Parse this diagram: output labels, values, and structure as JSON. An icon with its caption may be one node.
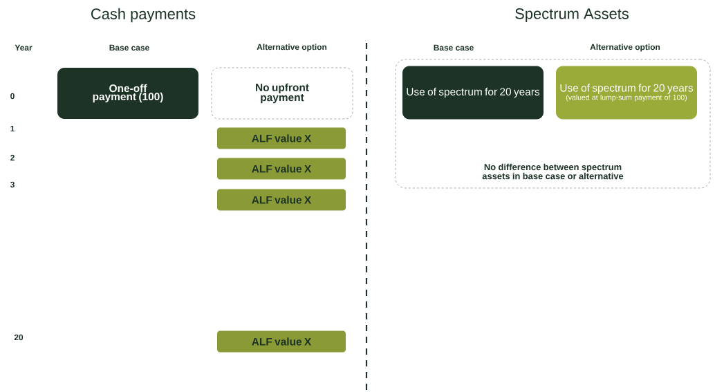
{
  "diagram": {
    "nodes": [
      {
        "text": [
          "One-off payment (100)"
        ]
      },
      {
        "text": [
          "No upfront payment"
        ]
      },
      {
        "text": [
          "ALF value X"
        ]
      },
      {
        "text": [
          "ALF value X"
        ]
      },
      {
        "text": [
          "ALF value X"
        ]
      },
      {
        "text": [
          "ALF value X"
        ]
      },
      {
        "text": [
          "No difference between spectrum assets in base case or alternative"
        ]
      },
      {
        "text": [
          "Use of spectrum for 20 years"
        ],
        "in": 6
      },
      {
        "text": [
          "Use of spectrum for 20 years",
          "(valued at lump-sum payment of 100)"
        ],
        "in": 6
      }
    ],
    "labels": [
      "Cash payments",
      "Spectrum Assets",
      "Year",
      "Base case",
      "Alternative option",
      "Base case",
      "Alternative option",
      "0",
      "1",
      "2",
      "3",
      "20"
    ]
  }
}
